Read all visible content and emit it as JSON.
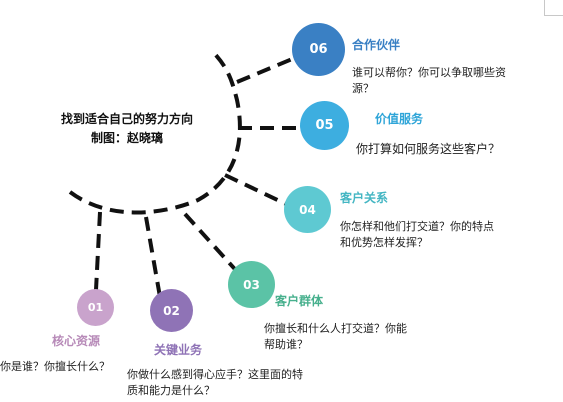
{
  "title": {
    "line1": "找到适合自己的努力方向",
    "line2": "制图：赵晓璃"
  },
  "colors": {
    "branch": "#111111",
    "n06": "#3a80c4",
    "n05": "#3daee0",
    "n04": "#5ec9d2",
    "n03": "#5bc3a6",
    "n02": "#8f73b6",
    "n01": "#c9a3cc",
    "label_blue": "#3a80c4",
    "label_sky": "#2fa5d8",
    "label_teal": "#44b6c3",
    "label_green": "#47b08d",
    "label_purple": "#8f73b6",
    "label_lilac": "#b78ab8"
  },
  "nodes": {
    "n06": {
      "num": "06",
      "title": "合作伙伴",
      "desc": "谁可以帮你？你可以争取哪些资源？"
    },
    "n05": {
      "num": "05",
      "title": "价值服务",
      "desc": "你打算如何服务这些客户？"
    },
    "n04": {
      "num": "04",
      "title": "客户关系",
      "desc": "你怎样和他们打交道？你的特点和优势怎样发挥？"
    },
    "n03": {
      "num": "03",
      "title": "客户群体",
      "desc": "你擅长和什么人打交道？你能帮助谁？"
    },
    "n02": {
      "num": "02",
      "title": "关键业务",
      "desc": "你做什么感到得心应手？这里面的特质和能力是什么？"
    },
    "n01": {
      "num": "01",
      "title": "核心资源",
      "desc": "你是谁？你擅长什么？"
    }
  }
}
